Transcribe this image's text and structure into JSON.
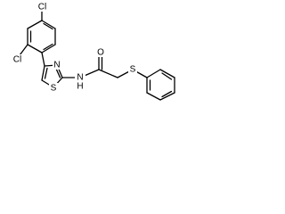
{
  "molecule": {
    "atoms": [
      {
        "id": "cl_top",
        "label": "Cl"
      },
      {
        "id": "cl_left",
        "label": "Cl"
      },
      {
        "id": "s_ring",
        "label": "S"
      },
      {
        "id": "n_ring",
        "label": "N"
      },
      {
        "id": "nh",
        "label": "N"
      },
      {
        "id": "h",
        "label": "H"
      },
      {
        "id": "o",
        "label": "O"
      },
      {
        "id": "s_thio",
        "label": "S"
      }
    ],
    "colors": {
      "bond": "#000000",
      "label": "#000000",
      "background": "#ffffff"
    }
  }
}
